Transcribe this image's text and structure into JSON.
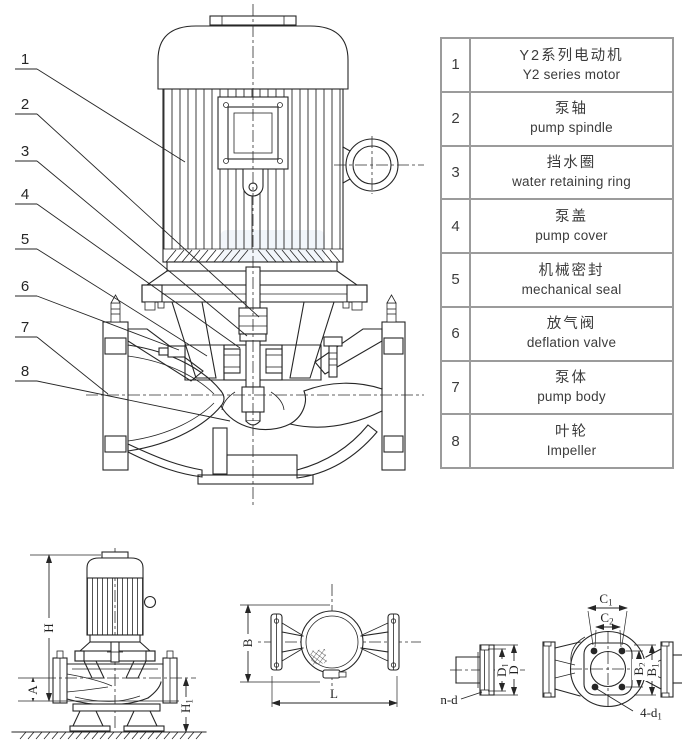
{
  "colors": {
    "line": "#262626",
    "table_border": "#9b9b9b",
    "text": "#3c3c3c",
    "watermark": "#b7cde8"
  },
  "parts_table": {
    "rows": [
      {
        "num": "1",
        "zh": "Y2系列电动机",
        "en": "Y2 series motor"
      },
      {
        "num": "2",
        "zh": "泵轴",
        "en": "pump spindle"
      },
      {
        "num": "3",
        "zh": "挡水圈",
        "en": "water retaining ring"
      },
      {
        "num": "4",
        "zh": "泵盖",
        "en": "pump cover"
      },
      {
        "num": "5",
        "zh": "机械密封",
        "en": "mechanical seal"
      },
      {
        "num": "6",
        "zh": "放气阀",
        "en": "deflation valve"
      },
      {
        "num": "7",
        "zh": "泵体",
        "en": "pump body"
      },
      {
        "num": "8",
        "zh": "叶轮",
        "en": "Impeller"
      }
    ]
  },
  "callouts": [
    "1",
    "2",
    "3",
    "4",
    "5",
    "6",
    "7",
    "8"
  ],
  "dims": {
    "H": {
      "base": "H",
      "sub": ""
    },
    "A": {
      "base": "A",
      "sub": ""
    },
    "H1": {
      "base": "H",
      "sub": "1"
    },
    "B": {
      "base": "B",
      "sub": ""
    },
    "L": {
      "base": "L",
      "sub": ""
    },
    "D1": {
      "base": "D",
      "sub": "1"
    },
    "D": {
      "base": "D",
      "sub": ""
    },
    "nd": {
      "base": "n-d",
      "sub": ""
    },
    "C1": {
      "base": "C",
      "sub": "1"
    },
    "C2": {
      "base": "C",
      "sub": "2"
    },
    "B2": {
      "base": "B",
      "sub": "2"
    },
    "B1": {
      "base": "B",
      "sub": "1"
    },
    "d41": {
      "base": "4-d",
      "sub": "1"
    }
  }
}
